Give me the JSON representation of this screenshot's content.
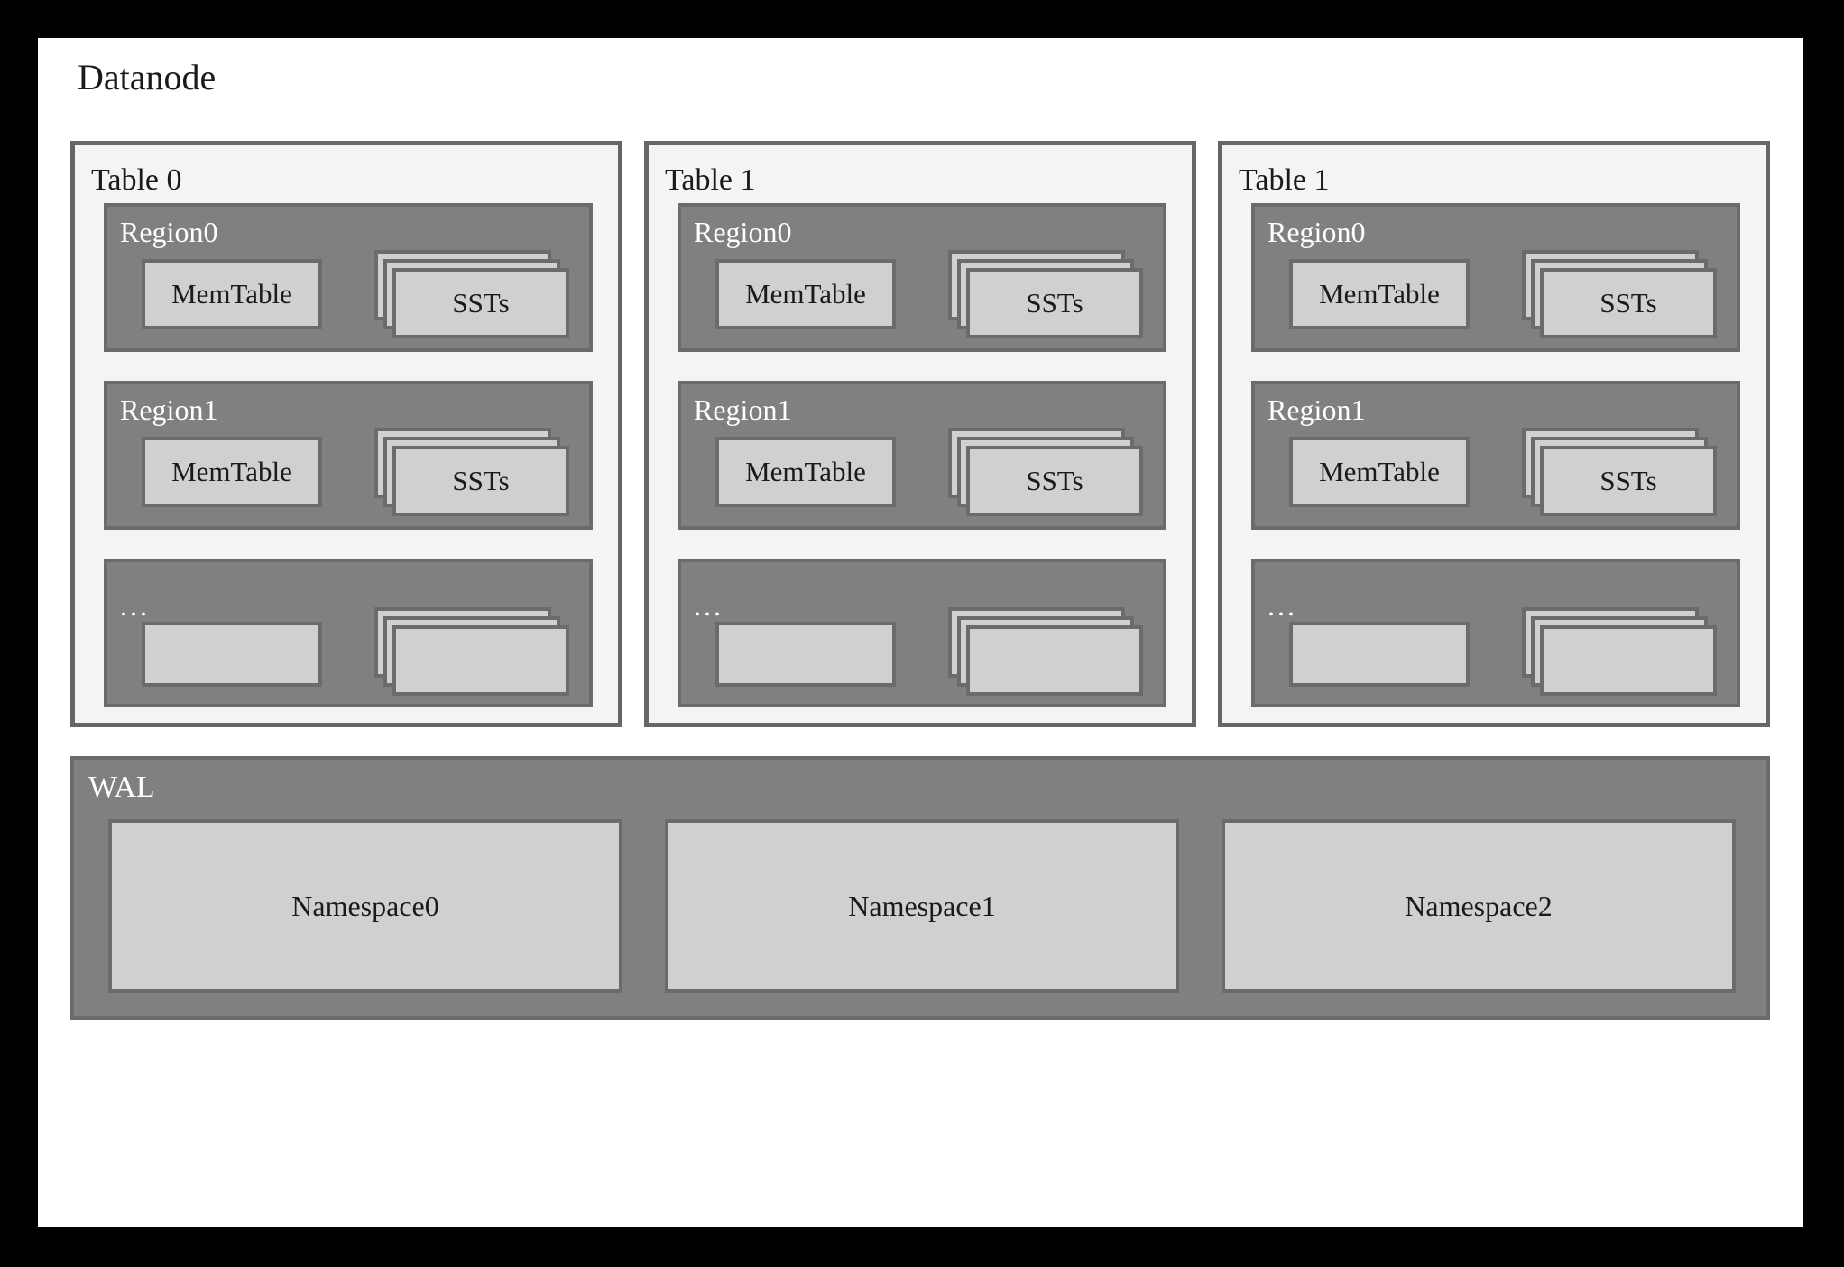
{
  "diagram": {
    "title": "Datanode",
    "colors": {
      "frame": "#000000",
      "canvas": "#ffffff",
      "table_panel_fill": "#f4f4f4",
      "region_fill": "#808080",
      "inner_box_fill": "#d0d0d0",
      "border": "#666666",
      "label_dark": "#1a1a1a",
      "label_light": "#ffffff"
    }
  },
  "tables": [
    {
      "label": "Table 0",
      "regions": [
        {
          "label": "Region0",
          "memtable": "MemTable",
          "ssts": "SSTs",
          "placeholder": false
        },
        {
          "label": "Region1",
          "memtable": "MemTable",
          "ssts": "SSTs",
          "placeholder": false
        },
        {
          "label": "...",
          "memtable": "",
          "ssts": "",
          "placeholder": true
        }
      ]
    },
    {
      "label": "Table 1",
      "regions": [
        {
          "label": "Region0",
          "memtable": "MemTable",
          "ssts": "SSTs",
          "placeholder": false
        },
        {
          "label": "Region1",
          "memtable": "MemTable",
          "ssts": "SSTs",
          "placeholder": false
        },
        {
          "label": "...",
          "memtable": "",
          "ssts": "",
          "placeholder": true
        }
      ]
    },
    {
      "label": "Table 1",
      "regions": [
        {
          "label": "Region0",
          "memtable": "MemTable",
          "ssts": "SSTs",
          "placeholder": false
        },
        {
          "label": "Region1",
          "memtable": "MemTable",
          "ssts": "SSTs",
          "placeholder": false
        },
        {
          "label": "...",
          "memtable": "",
          "ssts": "",
          "placeholder": true
        }
      ]
    }
  ],
  "wal": {
    "label": "WAL",
    "namespaces": [
      {
        "label": "Namespace0"
      },
      {
        "label": "Namespace1"
      },
      {
        "label": "Namespace2"
      }
    ]
  }
}
